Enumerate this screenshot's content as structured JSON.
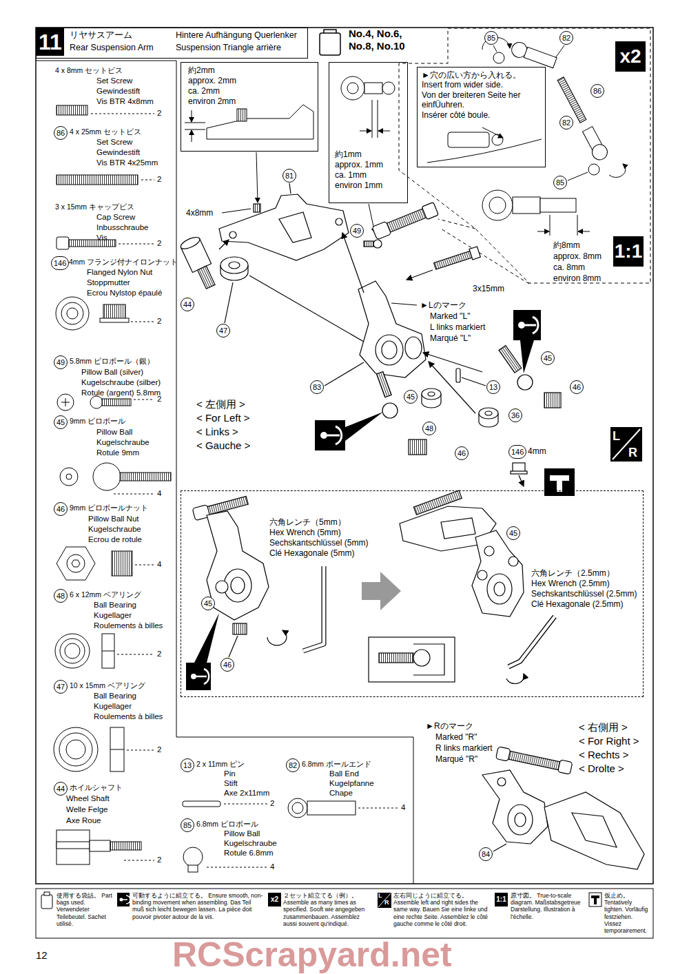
{
  "diagram": {
    "nodes": [
      {
        "text": [
          "11",
          "リヤサスアーム",
          "Rear Suspension Arm",
          "Hintere Aufhängung Querlenker",
          "Suspension Triangle arrière"
        ]
      },
      {
        "text": [
          "No.4, No.6, No.8, No.10"
        ]
      },
      {
        "text": [
          "約2mm",
          "approx. 2mm",
          "ca. 2mm",
          "environ 2mm"
        ]
      },
      {
        "text": [
          "約1mm",
          "approx. 1mm",
          "ca. 1mm",
          "environ 1mm"
        ]
      },
      {
        "text": [
          "約8mm",
          "approx. 8mm",
          "ca. 8mm",
          "environ 8mm"
        ]
      },
      {
        "text": [
          "►穴の広い方から入れる。",
          "Insert from wider side.",
          "Von der breiteren Seite her einfÜuhren.",
          "Insérer côté boule."
        ],
        "in": 4
      },
      {
        "text": [
          "六角レンチ（5mm）",
          "Hex Wrench (5mm)",
          "Sechskantschlüssel (5mm)",
          "Clé Hexagonale (5mm)",
          "六角レンチ（2.5mm）",
          "Hex Wrench (2.5mm)",
          "Sechskantschlüssel (2.5mm)",
          "Clé Hexagonale (2.5mm)"
        ]
      }
    ],
    "labels": [
      "4 x 8mm セットビス",
      "Set Screw",
      "Gewindestift",
      "Vis BTR 4x8mm",
      "2",
      "86",
      "4 x 25mm セットビス",
      "Set Screw",
      "Gewindestift",
      "Vis BTR 4x25mm",
      "2",
      "3 x 15mm キャップビス",
      "Cap Screw",
      "Inbusschraube",
      "Vis",
      "2",
      "146",
      "4mm フランジ付ナイロンナット",
      "Flanged Nylon Nut",
      "Stoppmutter",
      "Ecrou Nylstop épaulé",
      "2",
      "49",
      "5.8mm ピロボール（銀）",
      "Pillow Ball (silver)",
      "Kugelschraube (silber)",
      "Rotule (argent) 5.8mm",
      "2",
      "45",
      "9mm ピロボール",
      "Pillow Ball",
      "Kugelschraube",
      "Rotule 9mm",
      "4",
      "46",
      "9mm ピロボールナット",
      "Pillow Ball Nut",
      "Kugelschraube",
      "Ecrou de rotule",
      "4",
      "48",
      "6 x 12mm ベアリング",
      "Ball Bearing",
      "Kugellager",
      "Roulements à billes",
      "2",
      "47",
      "10 x 15mm ベアリング",
      "Ball Bearing",
      "Kugellager",
      "Roulements à billes",
      "2",
      "44",
      "ホイルシャフト",
      "Wheel Shaft",
      "Welle Felge",
      "Axe Roue",
      "2",
      "13",
      "2 x 11mm ピン",
      "Pin",
      "Stift",
      "Axe 2x11mm",
      "2",
      "85",
      "6.8mm ピロボール",
      "Pillow Ball",
      "Kugelschraube",
      "Rotule 6.8mm",
      "4",
      "82",
      "6.8mm ボールエンド",
      "Ball End",
      "Kugelpfanne",
      "Chape",
      "4",
      "85",
      "82",
      "86",
      "82",
      "85",
      "x2",
      "1:1",
      "81",
      "4x8mm",
      "49",
      "44",
      "47",
      "3x15mm",
      "►Lのマーク",
      "Marked \"L\"",
      "L links markiert",
      "Marqué \"L\"",
      "83",
      "13",
      "45",
      "46",
      "36",
      "45",
      "48",
      "46",
      "146",
      "4mm",
      "< 左側用 >",
      "< For Left >",
      "< Links >",
      "< Gauche >",
      "L",
      "R",
      "45",
      "46",
      "45",
      "►Rのマーク",
      "Marked \"R\"",
      "R links markiert",
      "Marqué \"R\"",
      "< 右側用 >",
      "< For Right >",
      "< Rechts >",
      "< Drolte >",
      "84",
      "x2",
      "L",
      "R",
      "1:1",
      "12",
      "RCScrapyard.net"
    ],
    "legend": [
      {
        "text": "使用する袋詰。 Part bags used. Verwendeter Teilebeutel. Sachet utilisé."
      },
      {
        "text": "可動するように組立てる。 Ensure smooth, non-binding movement when assembling. Das Teil muß sich leicht bewegen lassen. La pièce doit pouvoir pivoter autour de la vis."
      },
      {
        "text": "２セット組立てる（例）。 Assemble as many times as specified. Sooft wie angegeben zusammenbauen. Assemblez aussi souvent qu'indiqué."
      },
      {
        "text": "左右同じように組立てる。 Assemble left and right sides the same way. Bauen Sie eine linke und eine rechte Seite. Assemblez le côté gauche comme le côté droit."
      },
      {
        "text": "原寸図。 True-to-scale diagram. Maßstabsgetreue Darstellung. Illustration à l'échelle."
      },
      {
        "text": "仮止め。 Tentatively tighten. Vorläufig festziehen. Vissez temporairement."
      }
    ]
  }
}
